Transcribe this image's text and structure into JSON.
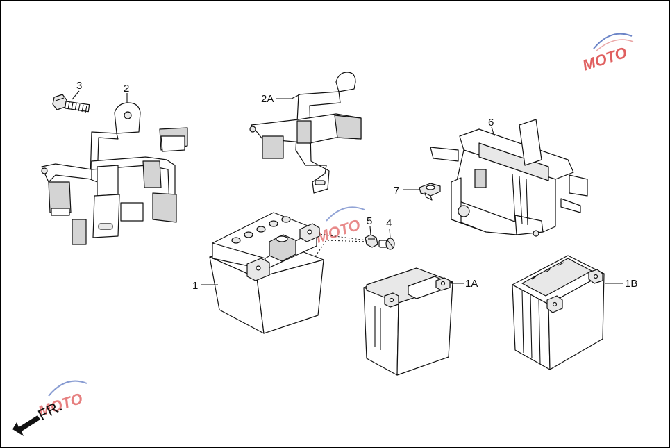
{
  "labels": {
    "battery": "1",
    "battery_1a": "1A",
    "battery_1b": "1B",
    "bracket": "2",
    "bracket_2a": "2A",
    "bolt_3": "3",
    "bolt_4": "4",
    "nut_5": "5",
    "battery_box": "6",
    "clip_nut": "7"
  },
  "direction": {
    "text": "FR."
  },
  "watermark": {
    "text": "MOTO",
    "brand_colors": [
      "#d62b2b",
      "#3a5bb5"
    ]
  }
}
